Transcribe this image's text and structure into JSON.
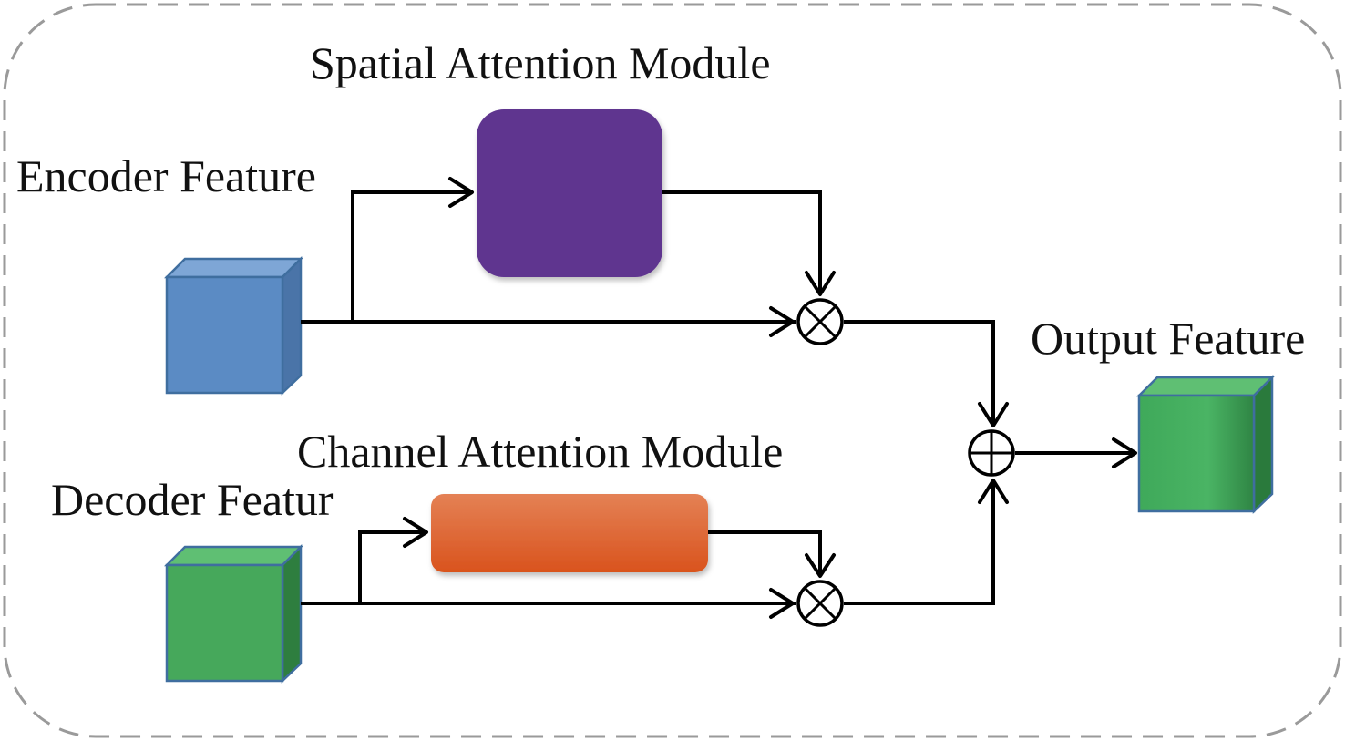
{
  "labels": {
    "spatial_module": "Spatial Attention Module",
    "channel_module": "Channel Attention Module",
    "encoder_feature": "Encoder Feature",
    "decoder_feature": "Decoder Featur",
    "output_feature": "Output Feature"
  },
  "colors": {
    "encoder_cube": "#5b8bc4",
    "decoder_cube": "#46a85b",
    "output_cube": "#46ad5e",
    "spatial_block": "#5e348f",
    "channel_block": "#e0622e",
    "border": "#9a9a9a"
  },
  "operators": {
    "multiply": "⊗",
    "add": "⊕"
  }
}
